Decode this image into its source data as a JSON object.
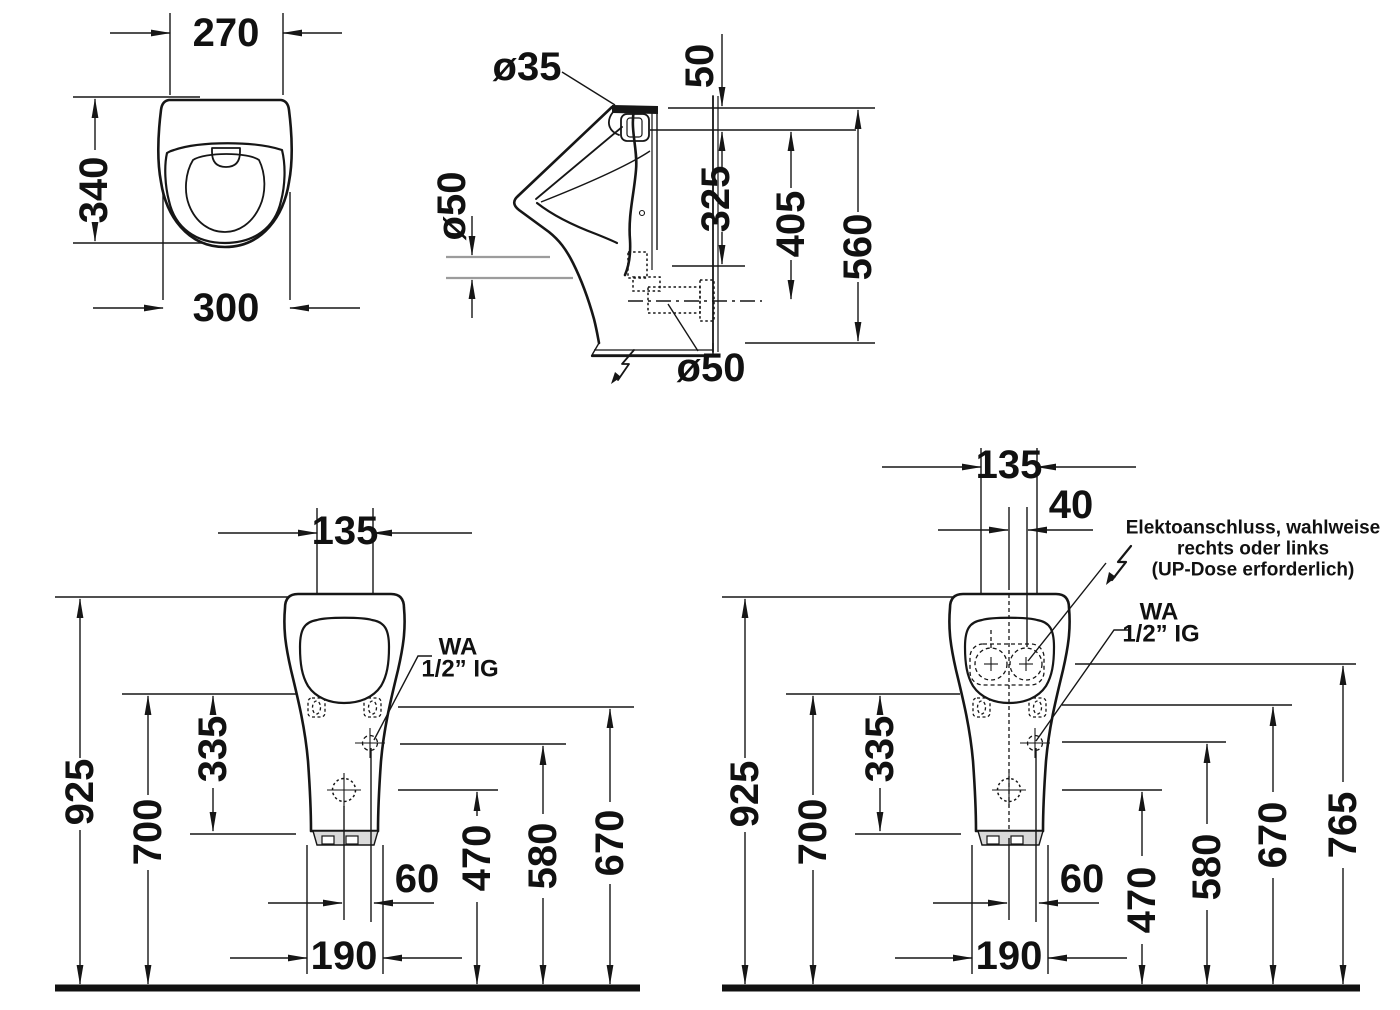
{
  "front_view": {
    "width_top": "270",
    "height": "340",
    "width_bottom": "300"
  },
  "side_view": {
    "inlet_diameter": "ø35",
    "vertical_outlet_diameter": "ø50",
    "rim_to_inlet": "50",
    "inlet_to_outlet": "325",
    "inlet_to_drain_pipe": "405",
    "overall_height": "560",
    "drain_pipe_diameter": "ø50"
  },
  "install_left": {
    "tap_hole_spacing": "135",
    "overall_height": "925",
    "fixing_height": "700",
    "fixing_to_base": "335",
    "water_offset": "60",
    "drain_height": "470",
    "water_height": "580",
    "fixing_line_height": "670",
    "foot_spacing": "190",
    "water_label_line1": "WA",
    "water_label_line2": "1/2” IG"
  },
  "install_right": {
    "tap_hole_spacing": "135",
    "updose_offset": "40",
    "overall_height": "925",
    "fixing_height": "700",
    "fixing_to_base": "335",
    "water_offset": "60",
    "drain_height": "470",
    "water_height": "580",
    "fixing_line_height": "670",
    "updose_height": "765",
    "foot_spacing": "190",
    "water_label_line1": "WA",
    "water_label_line2": "1/2” IG",
    "electric_note_line1": "Elektoanschluss, wahlweise",
    "electric_note_line2": "rechts oder links",
    "electric_note_line3": "(UP-Dose erforderlich)"
  }
}
